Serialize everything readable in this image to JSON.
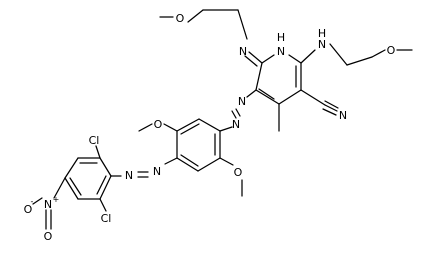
{
  "atom_labels": {
    "o_methoxy_top_left": "O",
    "n_imine": "N",
    "h_ring": "H",
    "n_ring": "N",
    "h_amine": "H",
    "n_amine": "N",
    "o_methoxy_top_right": "O",
    "n_azo_1a": "N",
    "n_azo_1b": "N",
    "n_nitrile": "N",
    "o_methoxy_upper_ring": "O",
    "n_azo_2a": "N",
    "n_azo_2b": "N",
    "o_methoxy_lower_ring": "O",
    "cl_upper": "Cl",
    "cl_lower": "Cl",
    "n_nitro": "N",
    "n_nitro_charge": "+",
    "o_nitro_single": "O",
    "o_nitro_charge": "-",
    "o_nitro_double": "O"
  }
}
